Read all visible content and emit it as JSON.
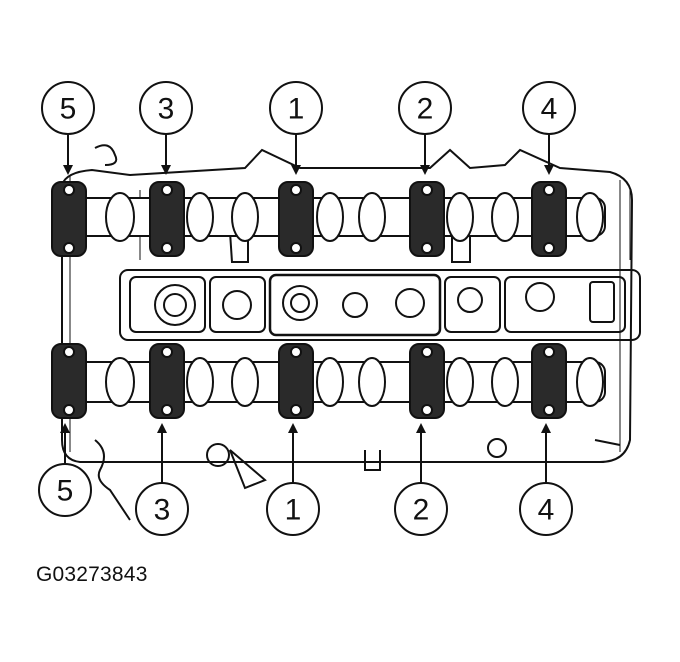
{
  "figure": {
    "id": "G03273843"
  },
  "callouts_top": [
    {
      "label": "5"
    },
    {
      "label": "3"
    },
    {
      "label": "1"
    },
    {
      "label": "2"
    },
    {
      "label": "4"
    }
  ],
  "callouts_bottom": [
    {
      "label": "5"
    },
    {
      "label": "3"
    },
    {
      "label": "1"
    },
    {
      "label": "2"
    },
    {
      "label": "4"
    }
  ],
  "colors": {
    "line": "#111111",
    "cap_fill": "#2a2a2a",
    "background": "#ffffff"
  }
}
